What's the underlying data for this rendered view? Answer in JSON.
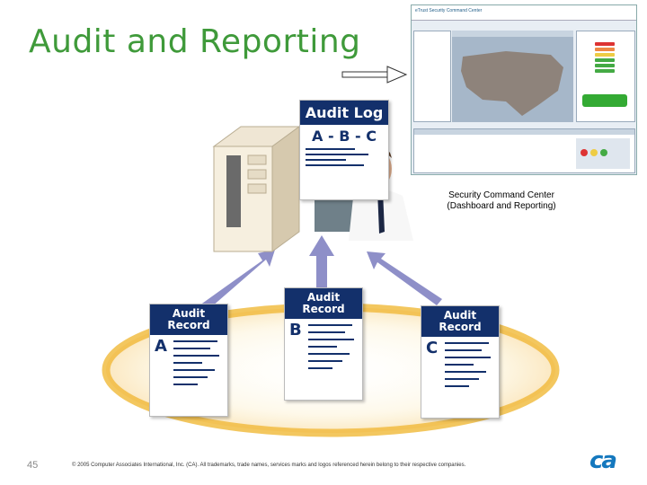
{
  "slide": {
    "title": "Audit and Reporting",
    "caption_line1": "Security Command Center",
    "caption_line2": "(Dashboard and Reporting)",
    "page_number": "45",
    "footer": "© 2005 Computer Associates International, Inc. (CA). All trademarks, trade names, services marks and logos referenced herein belong to their respective companies."
  },
  "screenshot": {
    "header_text": "eTrust Security Command Center"
  },
  "audit_log": {
    "title": "Audit Log",
    "letters": "A - B - C"
  },
  "records": [
    {
      "title_line1": "Audit",
      "title_line2": "Record",
      "letter": "A"
    },
    {
      "title_line1": "Audit",
      "title_line2": "Record",
      "letter": "B"
    },
    {
      "title_line1": "Audit",
      "title_line2": "Record",
      "letter": "C"
    }
  ],
  "logo": "ca",
  "colors": {
    "title": "#3f9a3a",
    "doc_header": "#13306b",
    "arrow": "#8e8fc8",
    "halo": "#f2c14e",
    "logo": "#1478be"
  }
}
